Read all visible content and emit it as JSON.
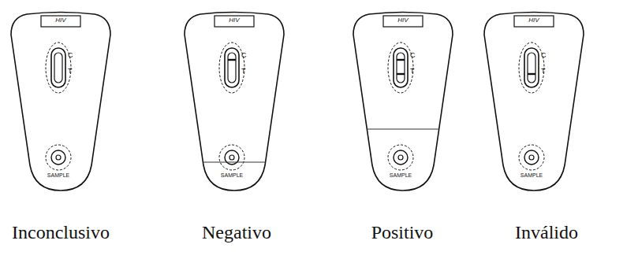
{
  "diagram": {
    "nodes": [
      {
        "text": [
          "HIV",
          "C",
          "T",
          "SAMPLE"
        ]
      },
      {
        "text": [
          "HIV",
          "C",
          "T",
          "SAMPLE"
        ]
      },
      {
        "text": [
          "HIV",
          "C",
          "T",
          "SAMPLE"
        ]
      },
      {
        "text": [
          "HIV",
          "C",
          "T",
          "SAMPLE"
        ]
      }
    ],
    "labels": [
      "Inconclusivo",
      "Negativo",
      "Positivo",
      "Inválido"
    ]
  }
}
